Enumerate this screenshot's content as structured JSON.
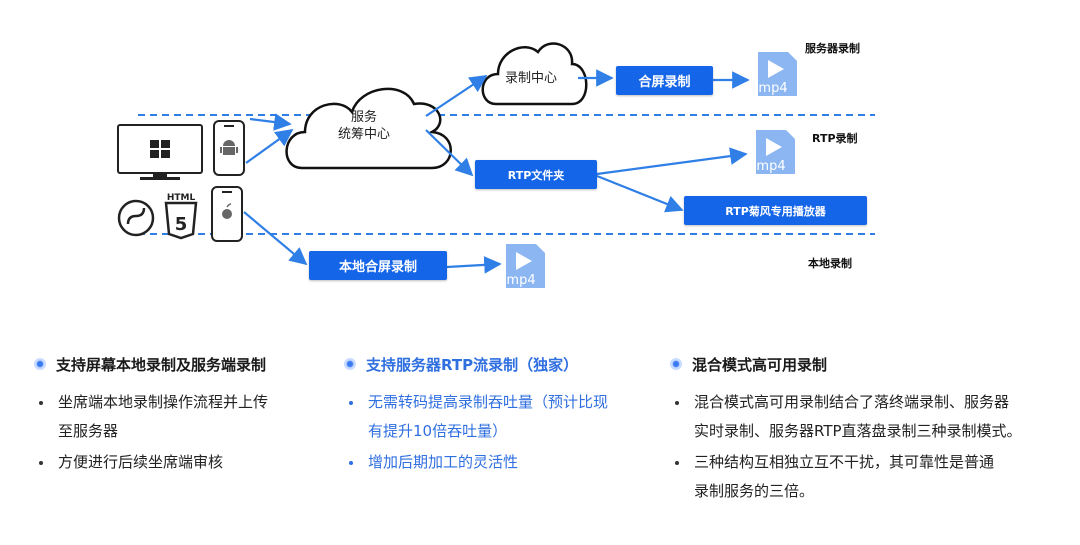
{
  "diagram": {
    "cloud_service": "服务\n统筹中心",
    "cloud_record": "录制中心",
    "btn_merge": "合屏录制",
    "btn_rtp_folder": "RTP文件夹",
    "btn_rtp_player": "RTP菊风专用播放器",
    "btn_local_merge": "本地合屏录制",
    "mp4": "mp4",
    "html_label": "HTML",
    "html5_number": "5",
    "lane_server": "服务器录制",
    "lane_rtp": "RTP录制",
    "lane_local": "本地录制"
  },
  "colors": {
    "accent": "#1565e8",
    "line": "#2f7fe6",
    "mp4_icon": "#7fb0f0"
  },
  "columns": [
    {
      "title": "支持屏幕本地录制及服务端录制",
      "items": [
        "坐席端本地录制操作流程并上传\n至服务器",
        "方便进行后续坐席端审核"
      ]
    },
    {
      "title": "支持服务器RTP流录制（独家）",
      "items": [
        "无需转码提高录制吞吐量（预计比现\n有提升10倍吞吐量）",
        "增加后期加工的灵活性"
      ]
    },
    {
      "title": "混合模式高可用录制",
      "items": [
        "混合模式高可用录制结合了落终端录制、服务器\n实时录制、服务器RTP直落盘录制三种录制模式。",
        "三种结构互相独立互不干扰，其可靠性是普通\n录制服务的三倍。"
      ]
    }
  ]
}
